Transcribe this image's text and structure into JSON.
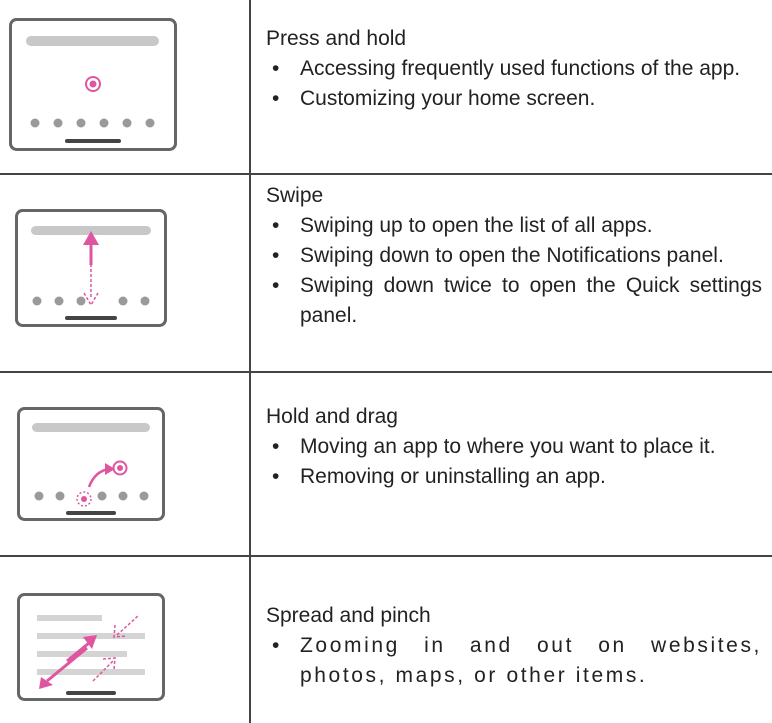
{
  "sections": [
    {
      "title": "Press and hold",
      "items": [
        "Accessing frequently used functions of the app.",
        "Customizing your home screen."
      ],
      "icon": "press-and-hold-gesture-icon"
    },
    {
      "title": "Swipe",
      "items": [
        "Swiping up to open the list of all apps.",
        "Swiping down to open the Notifications panel.",
        "Swiping down twice to open the Quick settings panel."
      ],
      "icon": "swipe-gesture-icon"
    },
    {
      "title": "Hold and drag",
      "items": [
        "Moving an app to where you want to place it.",
        "Removing or uninstalling an app."
      ],
      "icon": "hold-and-drag-gesture-icon"
    },
    {
      "title": "Spread and pinch",
      "items": [
        "Zooming in and out on websites, photos, maps, or other items."
      ],
      "icon": "spread-and-pinch-gesture-icon"
    }
  ],
  "bullet": "•",
  "colors": {
    "accent": "#e0559f",
    "frame": "#666666",
    "bar": "#c8c8c8",
    "dot": "#9a9a9a",
    "rule": "#444444"
  }
}
